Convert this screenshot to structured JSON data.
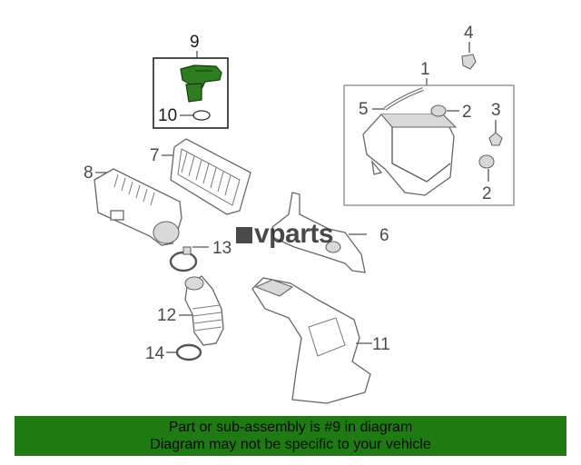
{
  "diagram": {
    "watermark": "vparts",
    "callouts": {
      "c1": "1",
      "c2a": "2",
      "c2b": "2",
      "c3": "3",
      "c4": "4",
      "c5": "5",
      "c6": "6",
      "c7": "7",
      "c8": "8",
      "c9": "9",
      "c10": "10",
      "c11": "11",
      "c12": "12",
      "c13": "13",
      "c14": "14"
    },
    "highlight_color": "#2e7d1e"
  },
  "footer": {
    "line1": "Part or sub-assembly is #9 in diagram",
    "line2": "Diagram may not be specific to your vehicle",
    "background": "#1f7a14"
  }
}
